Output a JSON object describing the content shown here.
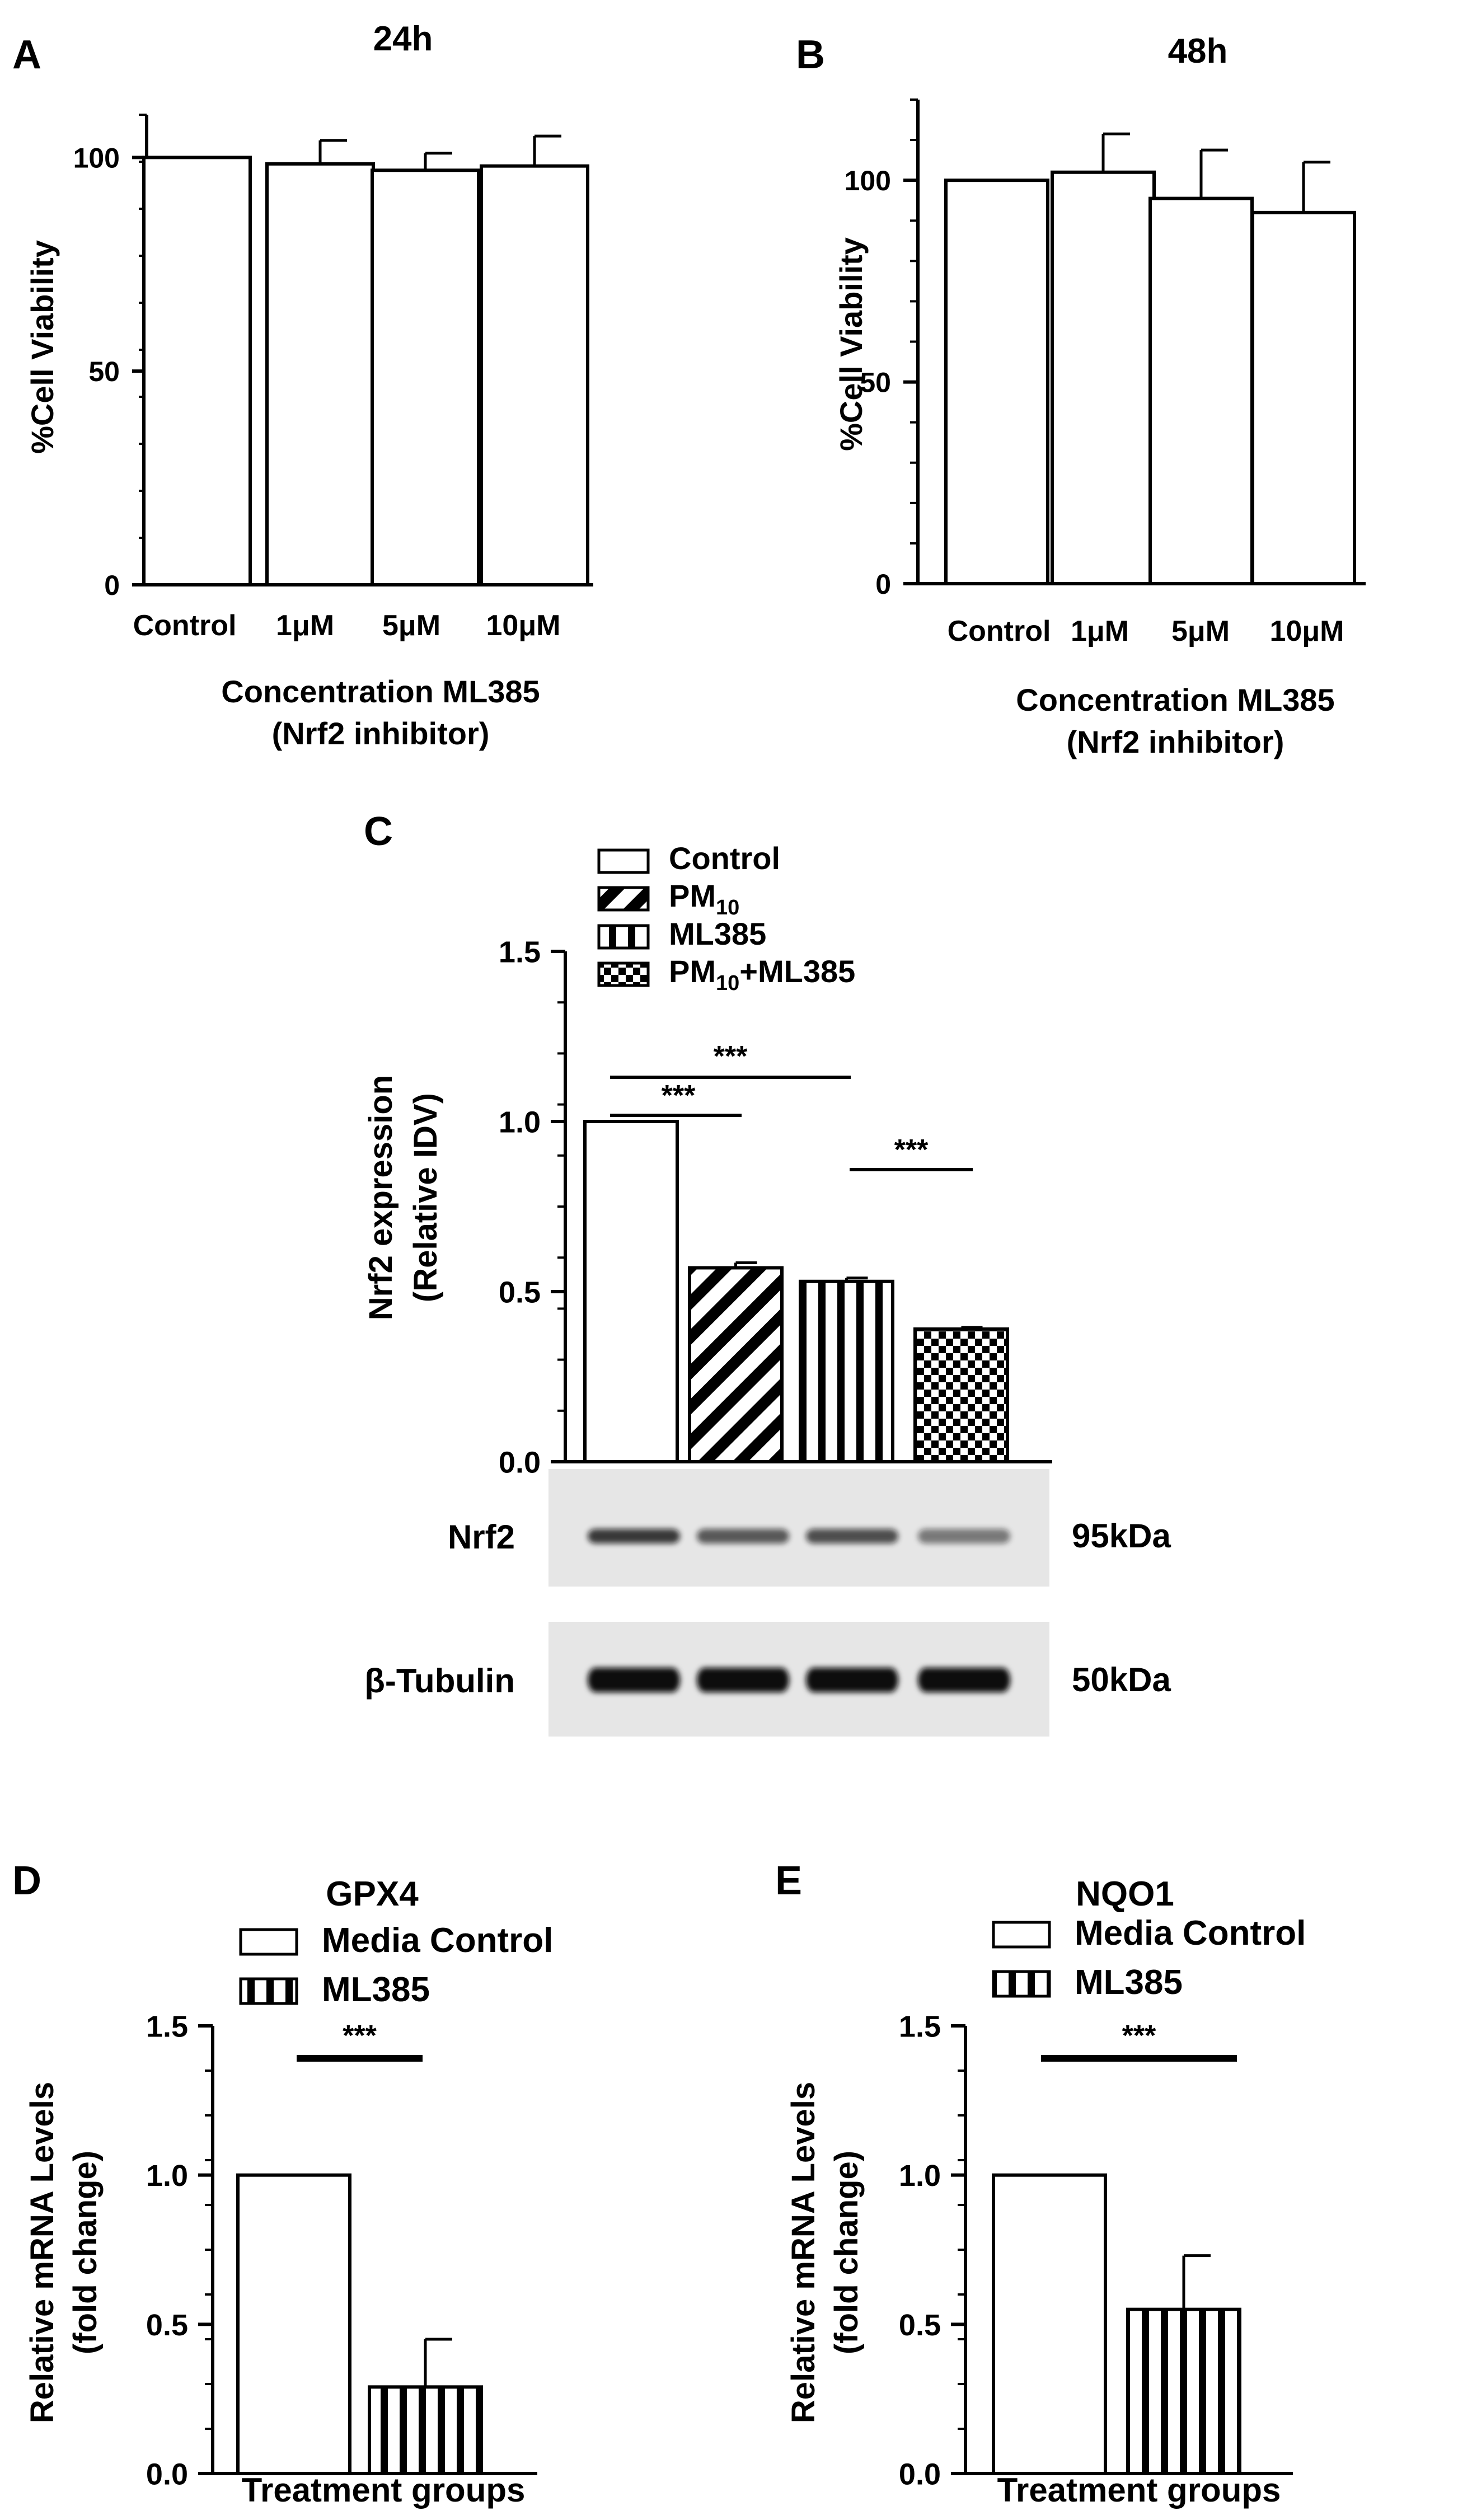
{
  "panels": {
    "A": {
      "letter": "A",
      "xlabel_line1": "Concentration ML385",
      "xlabel_line2": "(Nrf2 inhibitor)"
    },
    "B": {
      "letter": "B",
      "xlabel_line1": "Concentration ML385",
      "xlabel_line2": "(Nrf2 inhibitor)"
    },
    "C": {
      "letter": "C",
      "significance": [
        "***",
        "***",
        "***"
      ]
    },
    "D": {
      "letter": "D",
      "significance": "***"
    },
    "E": {
      "letter": "E",
      "significance": "***"
    }
  },
  "blot": {
    "rows": [
      {
        "label": "Nrf2",
        "size": "95kDa",
        "intensities": [
          0.8,
          0.65,
          0.7,
          0.5
        ]
      },
      {
        "label": "β-Tubulin",
        "size": "50kDa",
        "intensities": [
          1.0,
          1.0,
          1.0,
          1.0
        ]
      }
    ]
  },
  "colors": {
    "bar_fill": "#ffffff",
    "bar_stroke": "#000000",
    "text": "#000000",
    "blot_background": "#e6e6e6",
    "blot_band": "#111111"
  },
  "chart_data": [
    {
      "id": "A",
      "type": "bar",
      "title": "24h",
      "categories": [
        "Control",
        "1μM",
        "5μM",
        "10μM"
      ],
      "values": [
        100,
        98.5,
        97,
        98
      ],
      "errors": [
        0,
        5.5,
        4,
        7
      ],
      "ylabel": "%Cell Viability",
      "xlabel": "Concentration ML385 (Nrf2 inhibitor)",
      "ylim": [
        0,
        110
      ],
      "yticks": [
        0,
        50,
        100
      ],
      "grid": false
    },
    {
      "id": "B",
      "type": "bar",
      "title": "48h",
      "categories": [
        "Control",
        "1μM",
        "5μM",
        "10μM"
      ],
      "values": [
        100,
        102,
        95.5,
        92
      ],
      "errors": [
        0,
        9.5,
        12,
        12.5
      ],
      "ylabel": "%Cell Viability",
      "xlabel": "Concentration ML385 (Nrf2 inhibitor)",
      "ylim": [
        0,
        120
      ],
      "yticks": [
        0,
        50,
        100
      ],
      "grid": false
    },
    {
      "id": "C",
      "type": "bar",
      "title": "",
      "categories": [
        "Control",
        "PM10",
        "ML385",
        "PM10+ML385"
      ],
      "values": [
        1.0,
        0.57,
        0.53,
        0.39
      ],
      "errors": [
        0,
        0.015,
        0.01,
        0.005
      ],
      "patterns": [
        "none",
        "diagonal",
        "vertical",
        "checker"
      ],
      "legend": [
        {
          "base": "Control",
          "sub": "",
          "rest": "",
          "pattern": "none"
        },
        {
          "base": "PM",
          "sub": "10",
          "rest": "",
          "pattern": "diagonal"
        },
        {
          "base": "ML385",
          "sub": "",
          "rest": "",
          "pattern": "vertical"
        },
        {
          "base": "PM",
          "sub": "10",
          "rest": "+ML385",
          "pattern": "checker"
        }
      ],
      "ylabel_line1": "Nrf2 expression",
      "ylabel_line2": "(Relative IDV)",
      "ylim": [
        0,
        1.5
      ],
      "yticks": [
        0.0,
        0.5,
        1.0,
        1.5
      ],
      "tick_labels": [
        "0.0",
        "0.5",
        "1.0",
        "1.5"
      ],
      "legend_position": "top",
      "grid": false
    },
    {
      "id": "D",
      "type": "bar",
      "title": "GPX4",
      "categories": [
        "Media Control",
        "ML385"
      ],
      "values": [
        1.0,
        0.29
      ],
      "errors": [
        0,
        0.16
      ],
      "patterns": [
        "none",
        "vertical"
      ],
      "xlabel": "Treatment groups",
      "ylabel_line1": "Relative mRNA Levels",
      "ylabel_line2": "(fold change)",
      "ylim": [
        0,
        1.5
      ],
      "yticks": [
        0.0,
        0.5,
        1.0,
        1.5
      ],
      "tick_labels": [
        "0.0",
        "0.5",
        "1.0",
        "1.5"
      ],
      "legend_position": "top",
      "grid": false
    },
    {
      "id": "E",
      "type": "bar",
      "title": "NQO1",
      "categories": [
        "Media Control",
        "ML385"
      ],
      "values": [
        1.0,
        0.55
      ],
      "errors": [
        0,
        0.18
      ],
      "patterns": [
        "none",
        "vertical"
      ],
      "xlabel": "Treatment groups",
      "ylabel_line1": "Relative mRNA Levels",
      "ylabel_line2": "(fold change)",
      "ylim": [
        0,
        1.5
      ],
      "yticks": [
        0.0,
        0.5,
        1.0,
        1.5
      ],
      "tick_labels": [
        "0.0",
        "0.5",
        "1.0",
        "1.5"
      ],
      "legend_position": "top",
      "grid": false
    }
  ]
}
